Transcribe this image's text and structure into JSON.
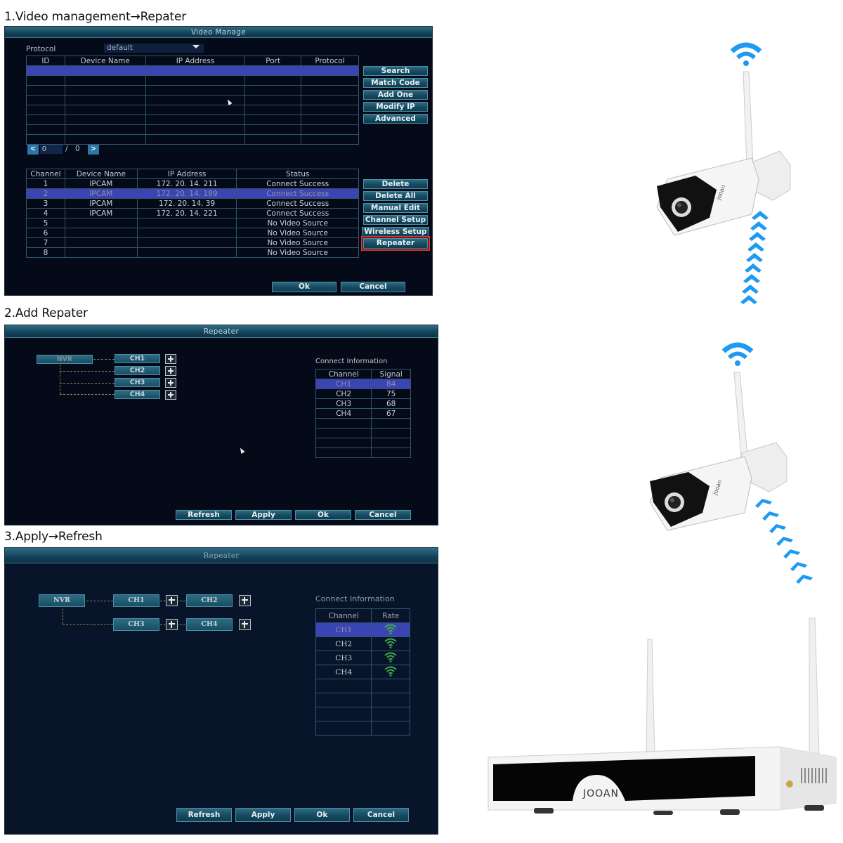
{
  "steps": [
    {
      "title": "1.Video management→Repater"
    },
    {
      "title": "2.Add Repater"
    },
    {
      "title": "3.Apply→Refresh"
    }
  ],
  "video_manage": {
    "header": "Video Manage",
    "protocol_label": "Protocol",
    "protocol_value": "default",
    "search_table": {
      "columns": [
        "ID",
        "Device Name",
        "IP Address",
        "Port",
        "Protocol"
      ],
      "rows": [
        [
          "",
          "",
          "",
          "",
          ""
        ],
        [
          "",
          "",
          "",
          "",
          ""
        ],
        [
          "",
          "",
          "",
          "",
          ""
        ],
        [
          "",
          "",
          "",
          "",
          ""
        ],
        [
          "",
          "",
          "",
          "",
          ""
        ],
        [
          "",
          "",
          "",
          "",
          ""
        ],
        [
          "",
          "",
          "",
          "",
          ""
        ],
        [
          "",
          "",
          "",
          "",
          ""
        ]
      ],
      "selected_row": 0
    },
    "pager": {
      "prev": "<",
      "current": "0",
      "separator": "/",
      "total": "0",
      "next": ">"
    },
    "side_buttons_top": [
      "Search",
      "Match Code",
      "Add One",
      "Modify IP",
      "Advanced"
    ],
    "channel_table": {
      "columns": [
        "Channel",
        "Device Name",
        "IP Address",
        "Status"
      ],
      "rows": [
        [
          "1",
          "IPCAM",
          "172. 20. 14. 211",
          "Connect Success"
        ],
        [
          "2",
          "IPCAM",
          "172. 20. 14. 189",
          "Connect Success"
        ],
        [
          "3",
          "IPCAM",
          "172. 20. 14. 39",
          "Connect Success"
        ],
        [
          "4",
          "IPCAM",
          "172. 20. 14. 221",
          "Connect Success"
        ],
        [
          "5",
          "",
          "",
          "No Video Source"
        ],
        [
          "6",
          "",
          "",
          "No Video Source"
        ],
        [
          "7",
          "",
          "",
          "No Video Source"
        ],
        [
          "8",
          "",
          "",
          "No Video Source"
        ]
      ],
      "selected_row": 1
    },
    "side_buttons_bottom": [
      "Delete",
      "Delete All",
      "Manual Edit",
      "Channel Setup",
      "Wireless Setup",
      "Repeater"
    ],
    "highlighted_button": "Repeater",
    "ok_label": "Ok",
    "cancel_label": "Cancel"
  },
  "repeater_add": {
    "header": "Repeater",
    "nvr_label": "NVR",
    "channels": [
      "CH1",
      "CH2",
      "CH3",
      "CH4"
    ],
    "connect_info_label": "Connect Information",
    "table": {
      "columns": [
        "Channel",
        "Signal"
      ],
      "rows": [
        [
          "CH1",
          "84"
        ],
        [
          "CH2",
          "75"
        ],
        [
          "CH3",
          "68"
        ],
        [
          "CH4",
          "67"
        ],
        [
          "",
          ""
        ],
        [
          "",
          ""
        ],
        [
          "",
          ""
        ],
        [
          "",
          ""
        ]
      ],
      "selected_row": 0
    },
    "buttons": [
      "Refresh",
      "Apply",
      "Ok",
      "Cancel"
    ]
  },
  "repeater_applied": {
    "header": "Repeater",
    "nvr_label": "NVR",
    "channels": [
      "CH1",
      "CH2",
      "CH3",
      "CH4"
    ],
    "connect_info_label": "Connect Information",
    "table": {
      "columns": [
        "Channel",
        "Rate"
      ],
      "rows": [
        [
          "CH1",
          "wifi-full"
        ],
        [
          "CH2",
          "wifi-full"
        ],
        [
          "CH3",
          "wifi-full"
        ],
        [
          "CH4",
          "wifi-full"
        ],
        [
          "",
          ""
        ],
        [
          "",
          ""
        ],
        [
          "",
          ""
        ],
        [
          "",
          ""
        ]
      ],
      "selected_row": 0
    },
    "buttons": [
      "Refresh",
      "Apply",
      "Ok",
      "Cancel"
    ]
  },
  "illustration": {
    "brand": "JOOAN",
    "signal_color": "#1e9bf0",
    "rate_icon_color": "#3cb043",
    "devices": [
      "camera-top",
      "camera-middle",
      "nvr"
    ]
  }
}
